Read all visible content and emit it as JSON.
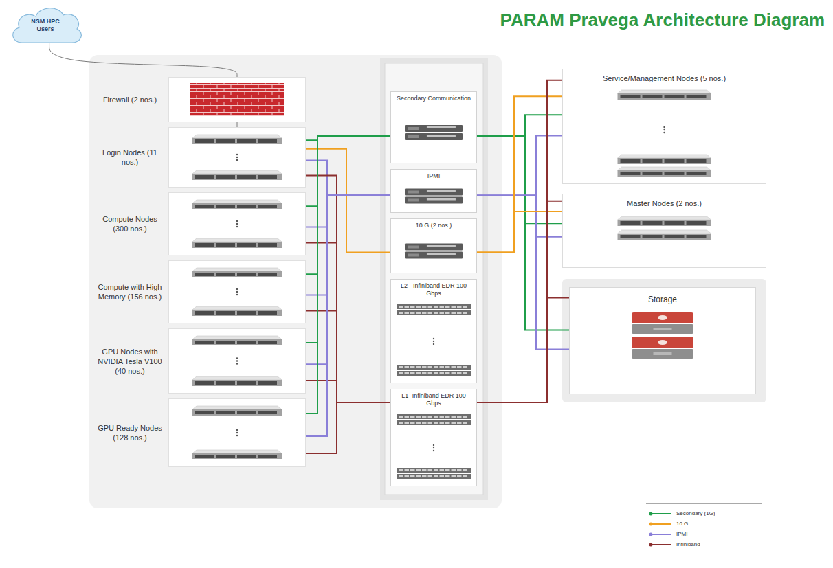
{
  "diagram": {
    "title": "PARAM Pravega Architecture Diagram",
    "nodes": [
      {
        "text": [
          "NSM HPC Users"
        ]
      },
      {
        "text": [
          "Firewall (2 nos.)"
        ]
      },
      {
        "text": [
          "Login Nodes (11 nos.)"
        ]
      },
      {
        "text": [
          "Compute Nodes (300 nos.)"
        ]
      },
      {
        "text": [
          "Compute with High Memory (156 nos.)"
        ]
      },
      {
        "text": [
          "GPU Nodes with NVIDIA Tesla V100 (40 nos.)"
        ]
      },
      {
        "text": [
          "GPU Ready Nodes (128 nos.)"
        ]
      },
      {
        "text": [
          "Secondary Communication"
        ]
      },
      {
        "text": [
          "IPMI"
        ]
      },
      {
        "text": [
          "10 G (2 nos.)"
        ]
      },
      {
        "text": [
          "L2 - Infiniband EDR 100 Gbps"
        ]
      },
      {
        "text": [
          "L1- Infiniband EDR 100 Gbps"
        ]
      },
      {
        "text": [
          "Service/Management Nodes (5 nos.)"
        ]
      },
      {
        "text": [
          "Master Nodes (2 nos.)"
        ]
      },
      {
        "text": [
          "Storage"
        ]
      }
    ],
    "edges": [
      {
        "from": 0,
        "to": 1,
        "arrow": "none"
      },
      {
        "from": 1,
        "to": 2,
        "arrow": "none"
      },
      {
        "from": 2,
        "to": 7,
        "arrow": "none"
      },
      {
        "from": 2,
        "to": 9,
        "arrow": "none"
      },
      {
        "from": 2,
        "to": 8,
        "arrow": "none"
      },
      {
        "from": 2,
        "to": 11,
        "arrow": "none"
      },
      {
        "from": 3,
        "to": 7,
        "arrow": "none"
      },
      {
        "from": 3,
        "to": 8,
        "arrow": "none"
      },
      {
        "from": 3,
        "to": 11,
        "arrow": "none"
      },
      {
        "from": 4,
        "to": 7,
        "arrow": "none"
      },
      {
        "from": 4,
        "to": 8,
        "arrow": "none"
      },
      {
        "from": 4,
        "to": 11,
        "arrow": "none"
      },
      {
        "from": 5,
        "to": 7,
        "arrow": "none"
      },
      {
        "from": 5,
        "to": 8,
        "arrow": "none"
      },
      {
        "from": 5,
        "to": 11,
        "arrow": "none"
      },
      {
        "from": 6,
        "to": 7,
        "arrow": "none"
      },
      {
        "from": 6,
        "to": 8,
        "arrow": "none"
      },
      {
        "from": 6,
        "to": 11,
        "arrow": "none"
      },
      {
        "from": 7,
        "to": 12,
        "arrow": "none"
      },
      {
        "from": 7,
        "to": 13,
        "arrow": "none"
      },
      {
        "from": 7,
        "to": 14,
        "arrow": "none"
      },
      {
        "from": 8,
        "to": 12,
        "arrow": "none"
      },
      {
        "from": 8,
        "to": 13,
        "arrow": "none"
      },
      {
        "from": 8,
        "to": 14,
        "arrow": "none"
      },
      {
        "from": 9,
        "to": 12,
        "arrow": "none"
      },
      {
        "from": 9,
        "to": 13,
        "arrow": "none"
      },
      {
        "from": 11,
        "to": 12,
        "arrow": "none"
      },
      {
        "from": 11,
        "to": 13,
        "arrow": "none"
      },
      {
        "from": 11,
        "to": 14,
        "arrow": "none"
      }
    ],
    "legend": [
      {
        "text": "Secondary (1G)"
      },
      {
        "text": "10 G"
      },
      {
        "text": "IPMI"
      },
      {
        "text": "Infiniband"
      }
    ]
  }
}
